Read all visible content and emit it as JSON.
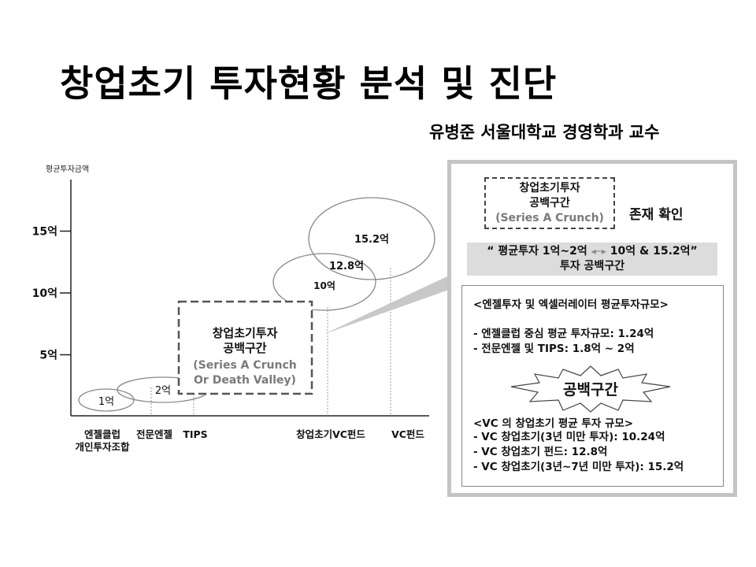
{
  "title": "창업초기 투자현황 분석 및 진단",
  "author": "유병준 서울대학교 경영학과 교수",
  "chart_data": {
    "type": "bubble",
    "ylabel": "평균투자금액",
    "y_ticks": [
      "5억",
      "10억",
      "15억"
    ],
    "y_tick_values": [
      5,
      10,
      15
    ],
    "ylim": [
      0,
      19
    ],
    "categories": [
      {
        "label": "엔젤클럽\n개인투자조합",
        "lines": [
          "엔젤클럽",
          "개인투자조합"
        ]
      },
      {
        "label": "전문엔젤",
        "lines": [
          "전문엔젤"
        ]
      },
      {
        "label": "TIPS",
        "lines": [
          "TIPS"
        ]
      },
      {
        "label": "창업초기VC펀드",
        "lines": [
          "창업초기VC펀드"
        ]
      },
      {
        "label": "VC펀드",
        "lines": [
          "VC펀드"
        ]
      }
    ],
    "bubbles": [
      {
        "label": "1억",
        "value": 1
      },
      {
        "label": "2억",
        "value": 2
      },
      {
        "label": "10억",
        "value": 10
      },
      {
        "label": "12.8억",
        "value": 12.8
      },
      {
        "label": "15.2억",
        "value": 15.2
      }
    ],
    "gap_annotation": {
      "lines": [
        "창업초기투자",
        "공백구간"
      ],
      "en_lines": [
        "(Series A Crunch",
        "Or Death Valley)"
      ]
    }
  },
  "panel": {
    "crunch_box_lines": [
      "창업초기투자",
      "공백구간"
    ],
    "crunch_box_en": "(Series A Crunch)",
    "exist_label": "존재 확인",
    "gap_banner": {
      "line1_left": "“ 평균투자 1억~2억",
      "line1_right": "10억 & 15.2억”",
      "line2": "투자 공백구간"
    },
    "angel_section": {
      "heading": "<엔젤투자 및 엑셀러레이터 평균투자규모>",
      "items": [
        "- 엔젤클럽 중심 평균 투자규모: 1.24억",
        "- 전문엔젤 및 TIPS: 1.8억 ~ 2억"
      ]
    },
    "burst_label": "공백구간",
    "vc_section": {
      "heading": "<VC 의 창업초기 평균 투자 규모>",
      "items": [
        "- VC 창업초기(3년 미만 투자): 10.24억",
        "- VC 창업초기 펀드: 12.8억",
        "- VC 창업초기(3년~7년 미만 투자): 15.2억"
      ]
    }
  }
}
